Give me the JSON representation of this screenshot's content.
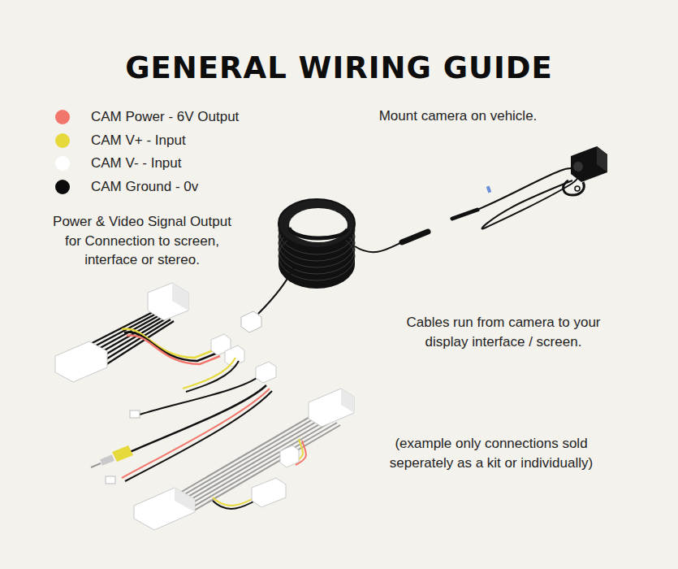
{
  "diagram": {
    "title": "GENERAL WIRING GUIDE",
    "labels": [
      "Power & Video Signal Output for Connection to screen, interface or stereo.",
      "Mount camera on vehicle.",
      "Cables run from camera to your display interface / screen.",
      "(example only connections sold seperately as a kit or individually)"
    ],
    "legend": [
      {
        "text": "CAM Power - 6V Output",
        "color": "#f2766b"
      },
      {
        "text": "CAM V+ - Input",
        "color": "#e6d93c"
      },
      {
        "text": "CAM V- - Input",
        "color": "#ffffff"
      },
      {
        "text": "CAM Ground - 0v",
        "color": "#0a0a0a"
      }
    ]
  }
}
